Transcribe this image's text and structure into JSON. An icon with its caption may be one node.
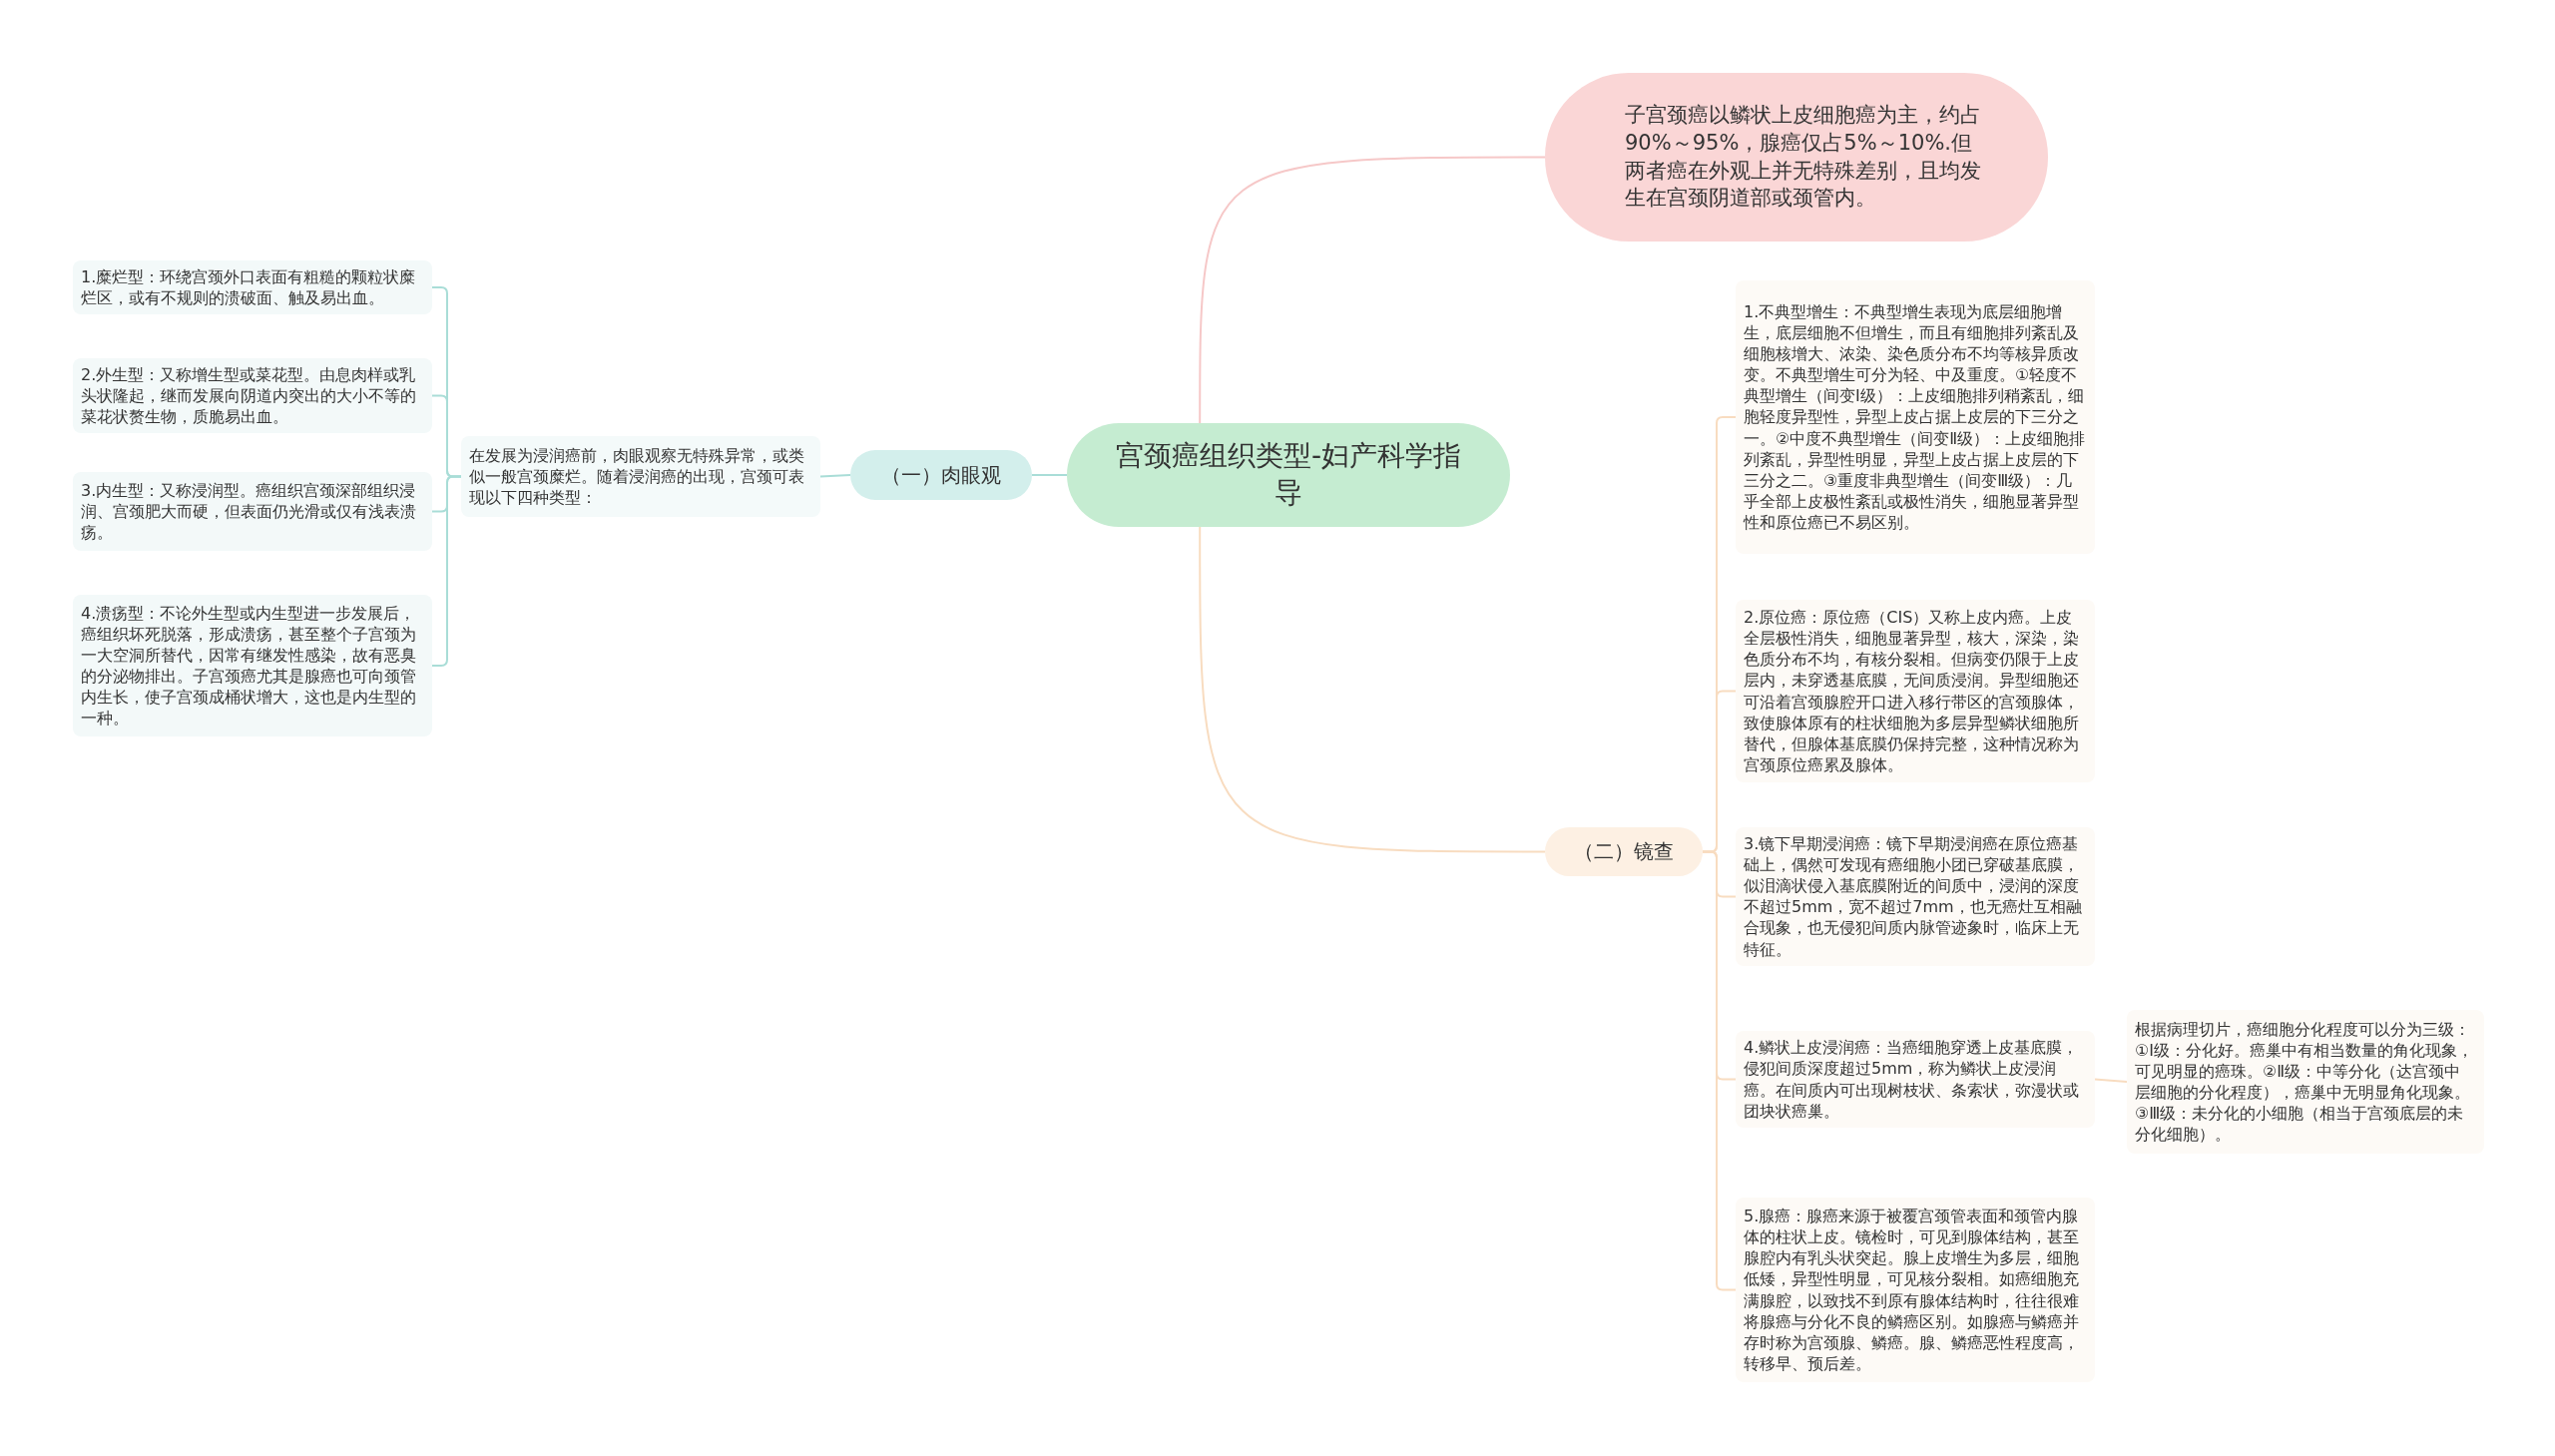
{
  "diagram": {
    "nodes": [
      {
        "text": [
          "宫颈癌组织类型-妇产科学指导"
        ]
      },
      {
        "text": [
          "子宫颈癌以鳞状上皮细胞癌为主，约占90%～95%，腺癌仅占5%～10%.但两者癌在外观上并无特殊差别，且均发生在宫颈阴道部或颈管内。"
        ]
      },
      {
        "text": [
          "（一）肉眼观"
        ]
      },
      {
        "text": [
          "在发展为浸润癌前，肉眼观察无特殊异常，或类似一般宫颈糜烂。随着浸润癌的出现，宫颈可表现以下四种类型："
        ]
      },
      {
        "text": [
          "1.糜烂型：环绕宫颈外口表面有粗糙的颗粒状糜烂区，或有不规则的溃破面、触及易出血。"
        ]
      },
      {
        "text": [
          "2.外生型：又称增生型或菜花型。由息肉样或乳头状隆起，继而发展向阴道内突出的大小不等的菜花状赘生物，质脆易出血。"
        ]
      },
      {
        "text": [
          "3.内生型：又称浸润型。癌组织宫颈深部组织浸润、宫颈肥大而硬，但表面仍光滑或仅有浅表溃疡。"
        ]
      },
      {
        "text": [
          "4.溃疡型：不论外生型或内生型进一步发展后，癌组织坏死脱落，形成溃疡，甚至整个子宫颈为一大空洞所替代，因常有继发性感染，故有恶臭的分泌物排出。子宫颈癌尤其是腺癌也可向颈管内生长，使子宫颈成桶状增大，这也是内生型的一种。"
        ]
      },
      {
        "text": [
          "（二）镜查"
        ]
      },
      {
        "text": [
          "1.不典型增生：不典型增生表现为底层细胞增生，底层细胞不但增生，而且有细胞排列紊乱及细胞核增大、浓染、染色质分布不均等核异质改变。不典型增生可分为轻、中及重度。①轻度不典型增生（间变Ⅰ级）：上皮细胞排列稍紊乱，细胞轻度异型性，异型上皮占据上皮层的下三分之一。②中度不典型增生（间变Ⅱ级）：上皮细胞排列紊乱，异型性明显，异型上皮占据上皮层的下三分之二。③重度非典型增生（间变Ⅲ级）：几乎全部上皮极性紊乱或极性消失，细胞显著异型性和原位癌已不易区别。"
        ]
      },
      {
        "text": [
          "2.原位癌：原位癌（CIS）又称上皮内癌。上皮全层极性消失，细胞显著异型，核大，深染，染色质分布不均，有核分裂相。但病变仍限于上皮层内，未穿透基底膜，无间质浸润。异型细胞还可沿着宫颈腺腔开口进入移行带区的宫颈腺体，致使腺体原有的柱状细胞为多层异型鳞状细胞所替代，但腺体基底膜仍保持完整，这种情况称为宫颈原位癌累及腺体。"
        ]
      },
      {
        "text": [
          "3.镜下早期浸润癌：镜下早期浸润癌在原位癌基础上，偶然可发现有癌细胞小团已穿破基底膜，似泪滴状侵入基底膜附近的间质中，浸润的深度不超过5mm，宽不超过7mm，也无癌灶互相融合现象，也无侵犯间质内脉管迹象时，临床上无特征。"
        ]
      },
      {
        "text": [
          "4.鳞状上皮浸润癌：当癌细胞穿透上皮基底膜，侵犯间质深度超过5mm，称为鳞状上皮浸润癌。在间质内可出现树枝状、条索状，弥漫状或团块状癌巢。"
        ]
      },
      {
        "text": [
          "5.腺癌：腺癌来源于被覆宫颈管表面和颈管内腺体的柱状上皮。镜检时，可见到腺体结构，甚至腺腔内有乳头状突起。腺上皮增生为多层，细胞低矮，异型性明显，可见核分裂相。如癌细胞充满腺腔，以致找不到原有腺体结构时，往往很难将腺癌与分化不良的鳞癌区别。如腺癌与鳞癌并存时称为宫颈腺、鳞癌。腺、鳞癌恶性程度高，转移早、预后差。"
        ]
      },
      {
        "text": [
          "根据病理切片，癌细胞分化程度可以分为三级：①Ⅰ级：分化好。癌巢中有相当数量的角化现象，可见明显的癌珠。②Ⅱ级：中等分化（达宫颈中层细胞的分化程度），癌巢中无明显角化现象。③Ⅲ级：未分化的小细胞（相当于宫颈底层的未分化细胞）。"
        ]
      }
    ],
    "edges": [
      {
        "from": 0,
        "to": 1,
        "arrow": "none",
        "color": "#f6c8c8"
      },
      {
        "from": 0,
        "to": 2,
        "arrow": "none"
      },
      {
        "from": 0,
        "to": 8,
        "arrow": "none",
        "color": "#f8dcc0"
      },
      {
        "from": 2,
        "to": 3,
        "arrow": "none"
      },
      {
        "from": 3,
        "to": 4,
        "arrow": "none"
      },
      {
        "from": 3,
        "to": 5,
        "arrow": "none"
      },
      {
        "from": 3,
        "to": 6,
        "arrow": "none"
      },
      {
        "from": 3,
        "to": 7,
        "arrow": "none"
      },
      {
        "from": 8,
        "to": 9,
        "arrow": "none",
        "color": "#f8dcc0"
      },
      {
        "from": 8,
        "to": 10,
        "arrow": "none",
        "color": "#f8dcc0"
      },
      {
        "from": 8,
        "to": 11,
        "arrow": "none",
        "color": "#f8dcc0"
      },
      {
        "from": 8,
        "to": 12,
        "arrow": "none",
        "color": "#f8dcc0"
      },
      {
        "from": 8,
        "to": 13,
        "arrow": "none",
        "color": "#f8dcc0"
      },
      {
        "from": 12,
        "to": 14,
        "arrow": "none",
        "color": "#f8dcc0"
      }
    ]
  }
}
